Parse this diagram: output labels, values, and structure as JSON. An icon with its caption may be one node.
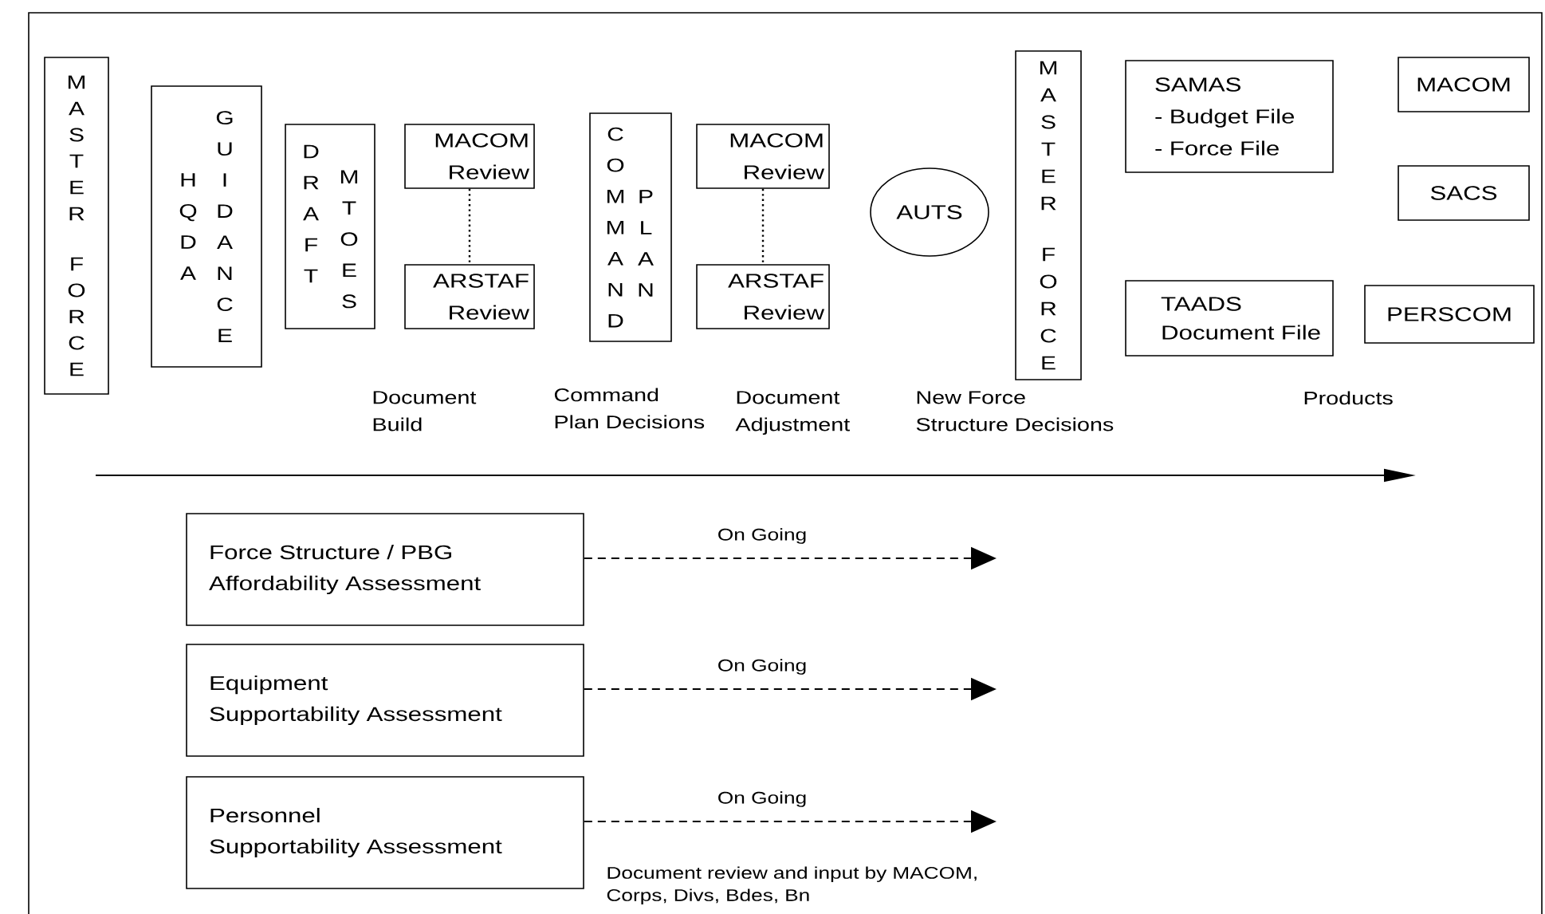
{
  "diagram": {
    "nodes": [
      {
        "text": [
          "MASTER",
          "FORCE"
        ]
      },
      {
        "text": [
          "HQDA",
          "GUIDANCE"
        ]
      },
      {
        "text": [
          "DRAFT",
          "MTOES"
        ]
      },
      {
        "text": [
          "MACOM Review"
        ]
      },
      {
        "text": [
          "ARSTAF Review"
        ]
      },
      {
        "text": [
          "COMMAND",
          "PLAN"
        ]
      },
      {
        "text": [
          "MACOM Review"
        ]
      },
      {
        "text": [
          "ARSTAF Review"
        ]
      },
      {
        "text": [
          "AUTS"
        ]
      },
      {
        "text": [
          "MASTER",
          "FORCE"
        ]
      },
      {
        "text": [
          "SAMAS",
          "- Budget File",
          "- Force File"
        ]
      },
      {
        "text": [
          "TAADS",
          "Document File"
        ]
      },
      {
        "text": [
          "MACOM"
        ]
      },
      {
        "text": [
          "SACS"
        ]
      },
      {
        "text": [
          "PERSCOM"
        ]
      },
      {
        "text": [
          "Force Structure / PBG",
          "Affordability Assessment"
        ]
      },
      {
        "text": [
          "Equipment",
          "Supportability Assessment"
        ]
      },
      {
        "text": [
          "Personnel",
          "Supportability Assessment"
        ]
      }
    ],
    "edges": [
      {
        "from": 3,
        "to": 4,
        "arrow": "none",
        "style": "dashed"
      },
      {
        "from": 6,
        "to": 7,
        "arrow": "none",
        "style": "dashed"
      },
      {
        "from": 15,
        "to": null,
        "arrow": "to",
        "style": "dashed",
        "label": "On Going"
      },
      {
        "from": 16,
        "to": null,
        "arrow": "to",
        "style": "dashed",
        "label": "On Going"
      },
      {
        "from": 17,
        "to": null,
        "arrow": "to",
        "style": "dashed",
        "label": "On Going"
      }
    ],
    "labels": [
      "Document Build",
      "Command Plan Decisions",
      "Document Adjustment",
      "New Force Structure Decisions",
      "Products",
      "Document review and input by MACOM, Corps, Divs, Bdes, Bn"
    ]
  }
}
